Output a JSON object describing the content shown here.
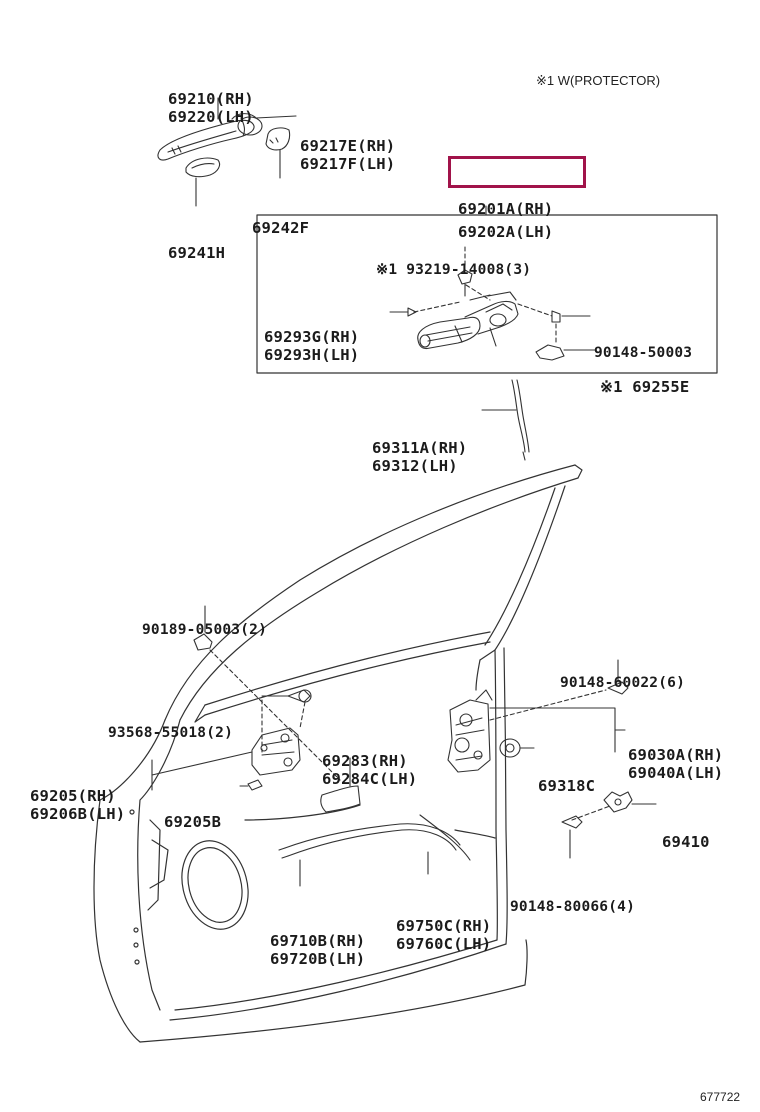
{
  "note": "※1 W(PROTECTOR)",
  "diagram_code": "677722",
  "highlight_part": "69201A",
  "parts": [
    {
      "id": "p-69210",
      "lines": [
        "69210(RH)",
        "69220(LH)"
      ]
    },
    {
      "id": "p-69217e",
      "lines": [
        "69217E(RH)",
        "69217F(LH)"
      ]
    },
    {
      "id": "p-69242f",
      "lines": [
        "69242F"
      ]
    },
    {
      "id": "p-69241h",
      "lines": [
        "69241H"
      ]
    },
    {
      "id": "p-69201a",
      "lines": [
        "69201A(RH)"
      ]
    },
    {
      "id": "p-69202a",
      "lines": [
        "69202A(LH)"
      ]
    },
    {
      "id": "p-93219",
      "lines": [
        "※1 93219-14008(3)"
      ]
    },
    {
      "id": "p-69293g",
      "lines": [
        "69293G(RH)",
        "69293H(LH)"
      ]
    },
    {
      "id": "p-90148-50003",
      "lines": [
        "90148-50003"
      ]
    },
    {
      "id": "p-69255e",
      "lines": [
        "※1 69255E"
      ]
    },
    {
      "id": "p-69311a",
      "lines": [
        "69311A(RH)",
        "69312(LH)"
      ]
    },
    {
      "id": "p-90189",
      "lines": [
        "90189-05003(2)"
      ]
    },
    {
      "id": "p-90148-60022",
      "lines": [
        "90148-60022(6)"
      ]
    },
    {
      "id": "p-93568",
      "lines": [
        "93568-55018(2)"
      ]
    },
    {
      "id": "p-69283",
      "lines": [
        "69283(RH)",
        "69284C(LH)"
      ]
    },
    {
      "id": "p-69030a",
      "lines": [
        "69030A(RH)",
        "69040A(LH)"
      ]
    },
    {
      "id": "p-69205",
      "lines": [
        "69205(RH)",
        "69206B(LH)"
      ]
    },
    {
      "id": "p-69205b",
      "lines": [
        "69205B"
      ]
    },
    {
      "id": "p-69318c",
      "lines": [
        "69318C"
      ]
    },
    {
      "id": "p-69410",
      "lines": [
        "69410"
      ]
    },
    {
      "id": "p-90148-80066",
      "lines": [
        "90148-80066(4)"
      ]
    },
    {
      "id": "p-69710b",
      "lines": [
        "69710B(RH)",
        "69720B(LH)"
      ]
    },
    {
      "id": "p-69750c",
      "lines": [
        "69750C(RH)",
        "69760C(LH)"
      ]
    }
  ]
}
